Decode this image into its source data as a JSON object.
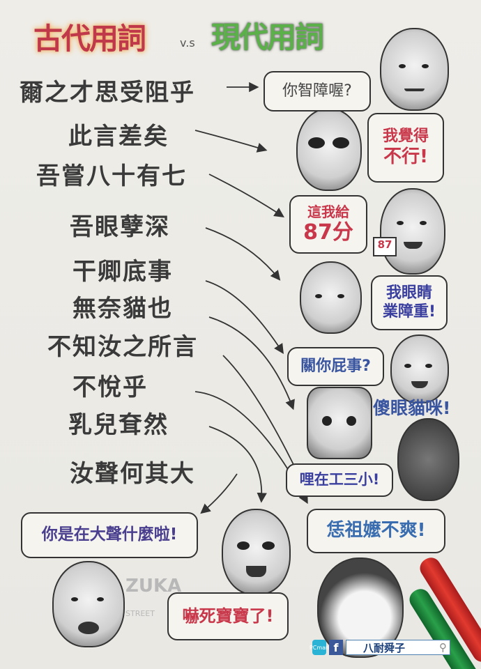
{
  "header": {
    "old_title": "古代用詞",
    "vs": "v.s",
    "new_title": "現代用詞"
  },
  "colors": {
    "old_title": "#c0394a",
    "new_title": "#5bb04a",
    "red_text": "#c8374a",
    "blue_text": "#3a55a0",
    "purple_text": "#4a3f8f"
  },
  "old_phrases": [
    "爾之才思受阻乎",
    "此言差矣",
    "吾嘗八十有七",
    "吾眼孽深",
    "干卿底事",
    "無奈貓也",
    "不知汝之所言",
    "不悅乎",
    "乳兒耷然",
    "汝聲何其大"
  ],
  "modern": {
    "b1": "你智障喔?",
    "b2a": "我覺得",
    "b2b": "不行!",
    "b3a": "這我給",
    "b3b": "87分",
    "sign": "87",
    "b4a": "我眼睛",
    "b4b": "業障重!",
    "b5": "關你屁事?",
    "b6": "傻眼貓咪!",
    "b7": "哩在工三小!",
    "b8": "恁祖嬤不爽!",
    "b9": "你是在大聲什麼啦!",
    "b10": "嚇死寶寶了!"
  },
  "watermark": {
    "main": "ZUKA",
    "sub": "STREET"
  },
  "footer": {
    "pc_label": "PCman",
    "fb_icon": "f",
    "search_text": "八耐舜子",
    "search_icon": "⚲"
  }
}
